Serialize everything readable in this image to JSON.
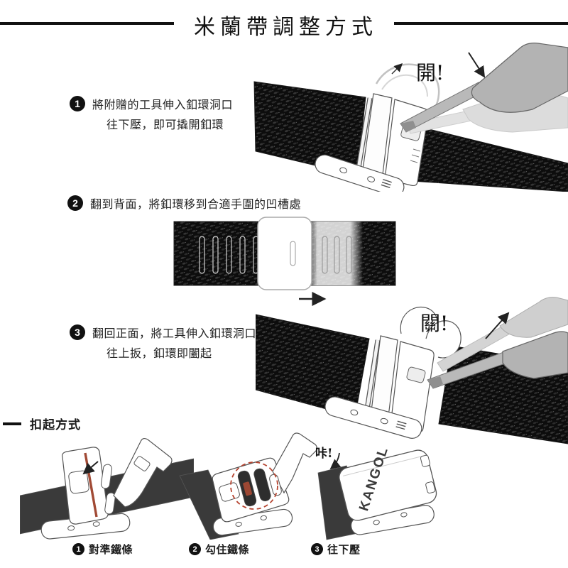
{
  "title": "米蘭帶調整方式",
  "steps": [
    {
      "num": "1",
      "lines": [
        "將附贈的工具伸入釦環洞口",
        "往下壓，即可撬開釦環"
      ],
      "callout": "開!"
    },
    {
      "num": "2",
      "lines": [
        "翻到背面，將釦環移到合適手圍的凹槽處"
      ],
      "callout": ""
    },
    {
      "num": "3",
      "lines": [
        "翻回正面，將工具伸入釦環洞口",
        "往上扳，釦環即闔起"
      ],
      "callout": "關!"
    }
  ],
  "buckle": {
    "heading": "扣起方式",
    "click_label": "咔!",
    "brand": "KANGOL",
    "steps": [
      {
        "num": "1",
        "label": "對準鐵條"
      },
      {
        "num": "2",
        "label": "勾住鐵條"
      },
      {
        "num": "3",
        "label": "往下壓"
      }
    ]
  },
  "colors": {
    "line_black": "#111111",
    "band_mesh_dark": "#0d0d0d",
    "band_solid": "#3a3a3a",
    "tool_gray": "#b3b3b3",
    "tool_ghost": "#d9d9d9",
    "outline_gray": "#555555",
    "accent_red": "#a14a35",
    "dashed_circle_red": "#b5432f"
  }
}
